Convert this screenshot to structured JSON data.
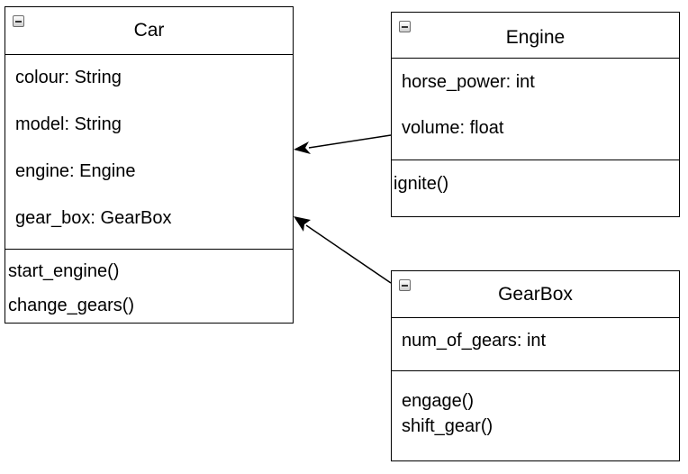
{
  "classes": {
    "car": {
      "name": "Car",
      "attributes": [
        "colour: String",
        "model: String",
        "engine: Engine",
        "gear_box: GearBox"
      ],
      "methods": [
        "start_engine()",
        "change_gears()"
      ]
    },
    "engine": {
      "name": "Engine",
      "attributes": [
        "horse_power: int",
        "volume: float"
      ],
      "methods": [
        "ignite()"
      ]
    },
    "gearbox": {
      "name": "GearBox",
      "attributes": [
        "num_of_gears: int"
      ],
      "methods": [
        "engage()",
        "shift_gear()"
      ]
    }
  },
  "relations": [
    {
      "from": "Engine",
      "to": "Car"
    },
    {
      "from": "GearBox",
      "to": "Car"
    }
  ]
}
